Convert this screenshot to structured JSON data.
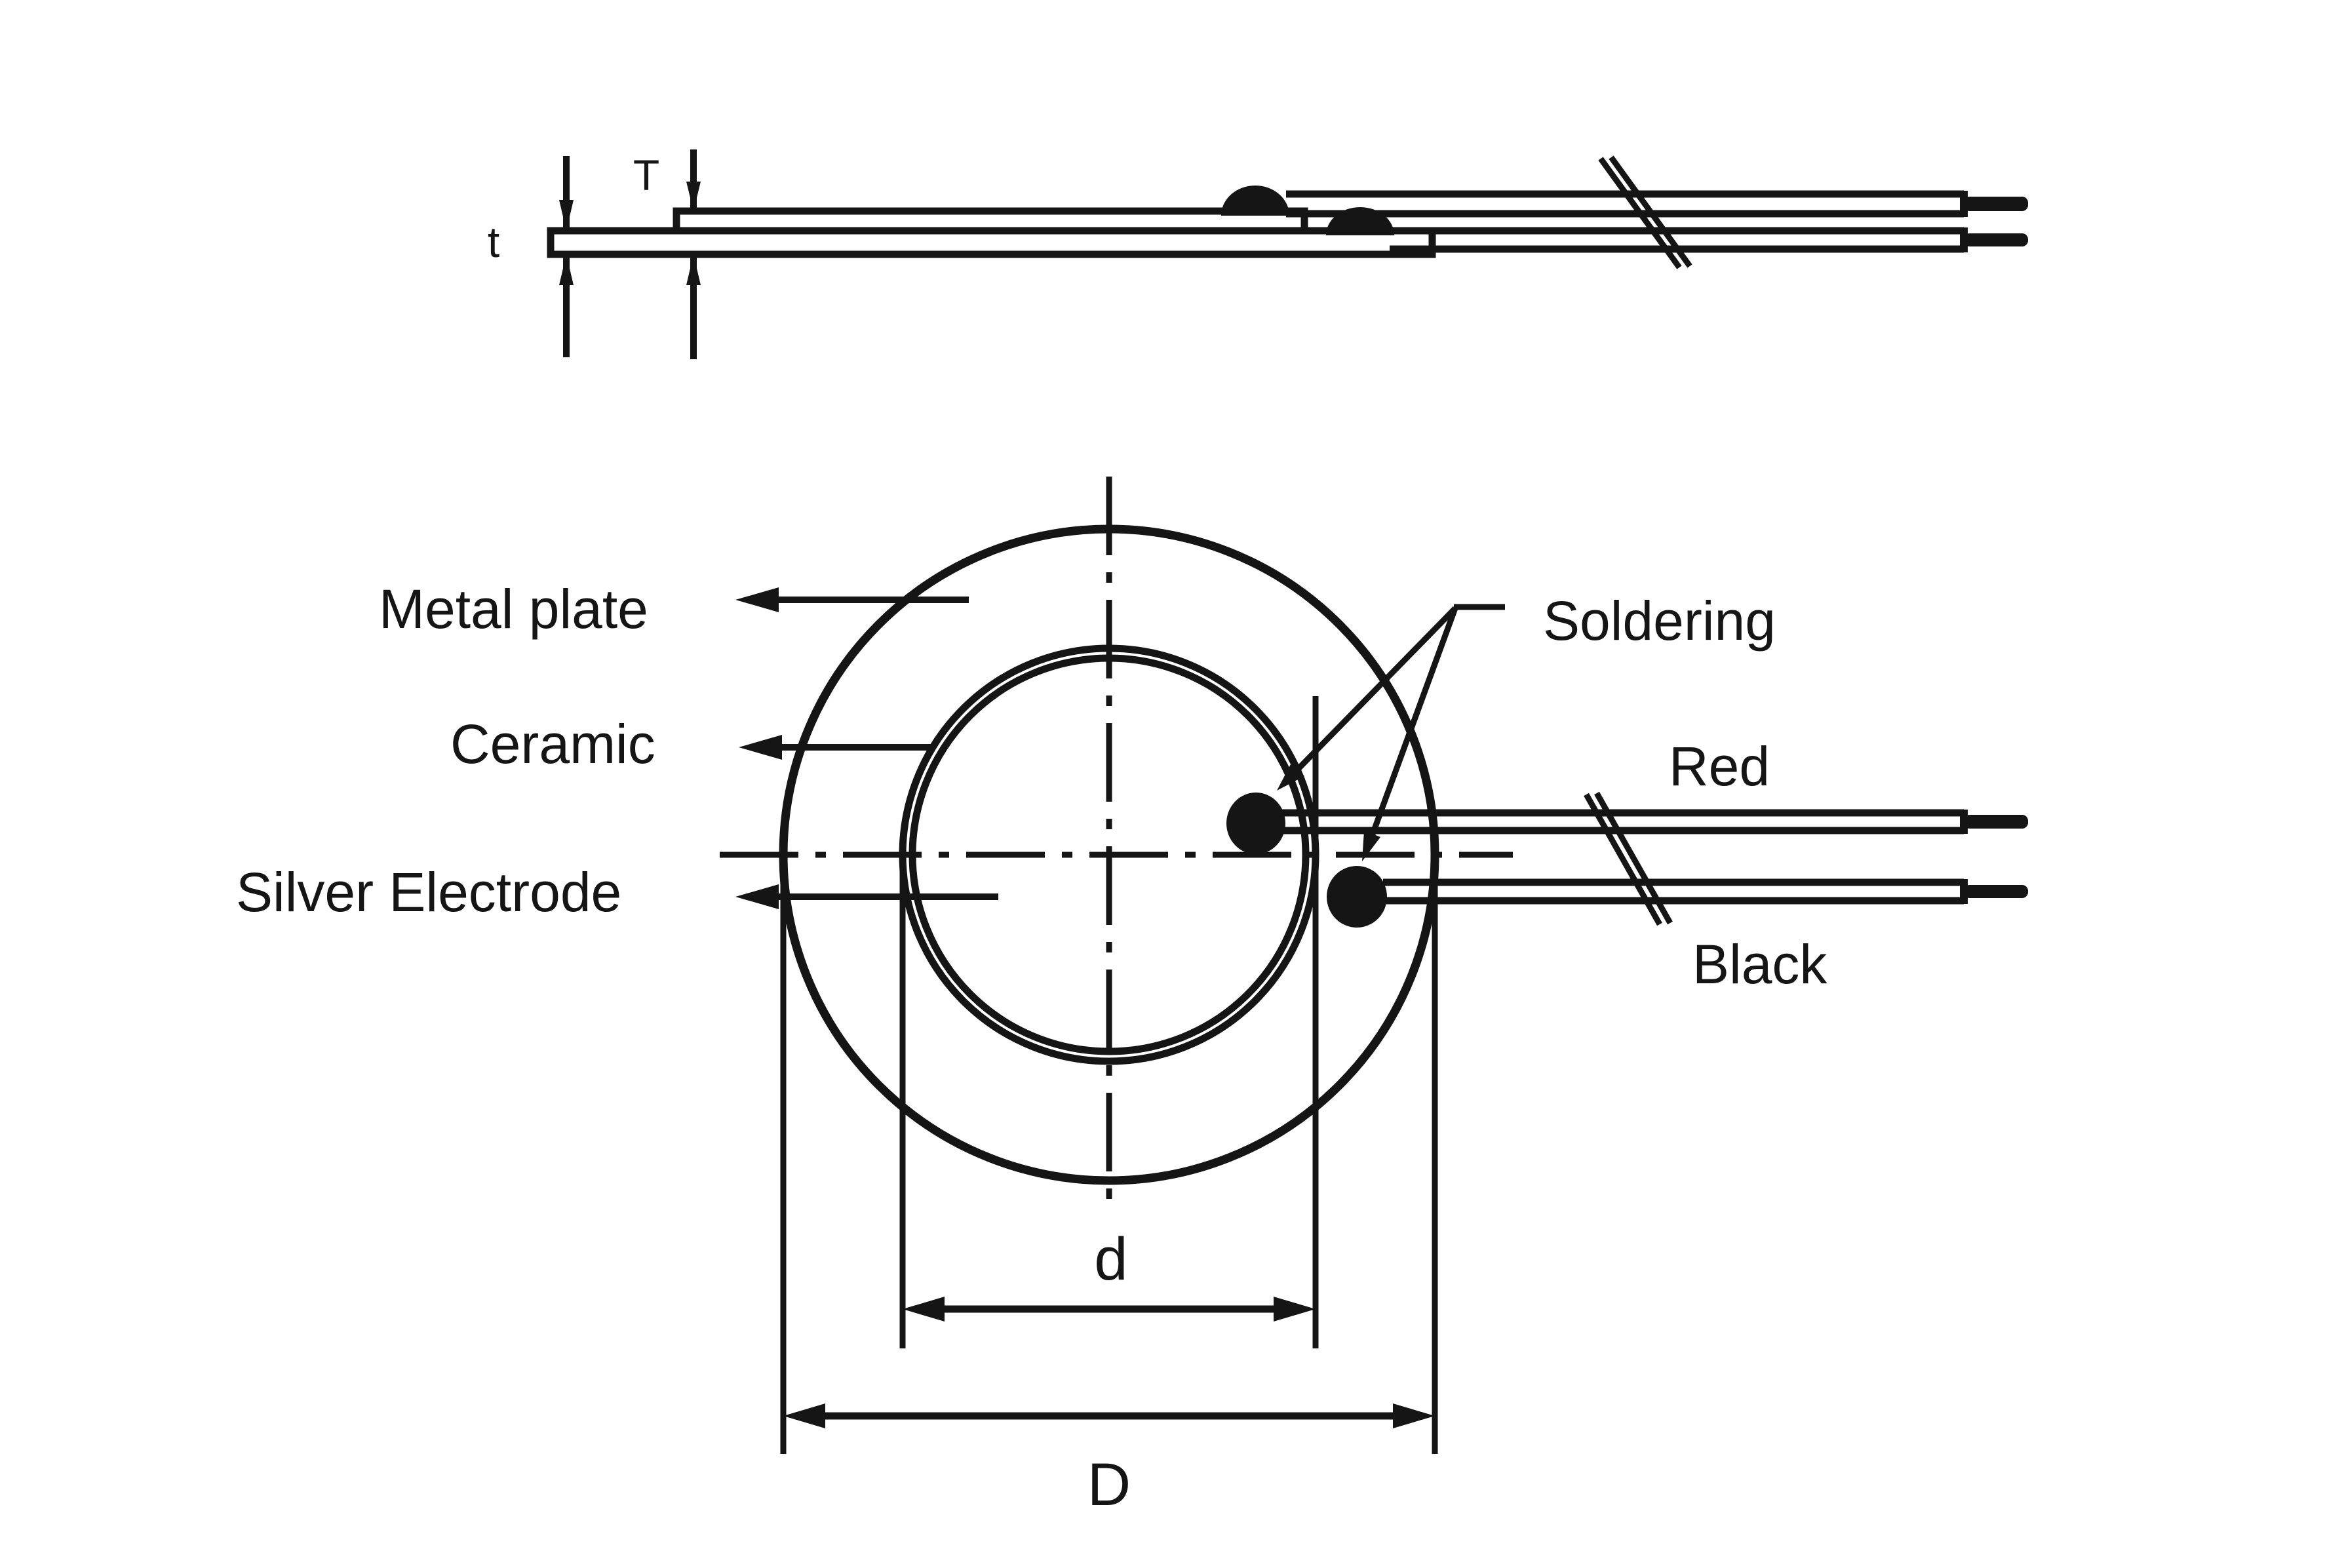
{
  "diagram": {
    "kind": "piezoelectric-ceramic-element-drawing",
    "colors": {
      "ink": "#151515",
      "background": "#ffffff"
    },
    "side_view": {
      "labels": {
        "total_thickness": "T",
        "plate_thickness": "t"
      }
    },
    "front_view": {
      "part_labels": {
        "metal_plate": "Metal plate",
        "ceramic": "Ceramic",
        "silver_electrode": "Silver Electrode",
        "soldering": "Soldering"
      },
      "wire_labels": {
        "red": "Red",
        "black": "Black"
      },
      "dimension_labels": {
        "electrode_diameter": "d",
        "plate_diameter": "D"
      }
    }
  }
}
